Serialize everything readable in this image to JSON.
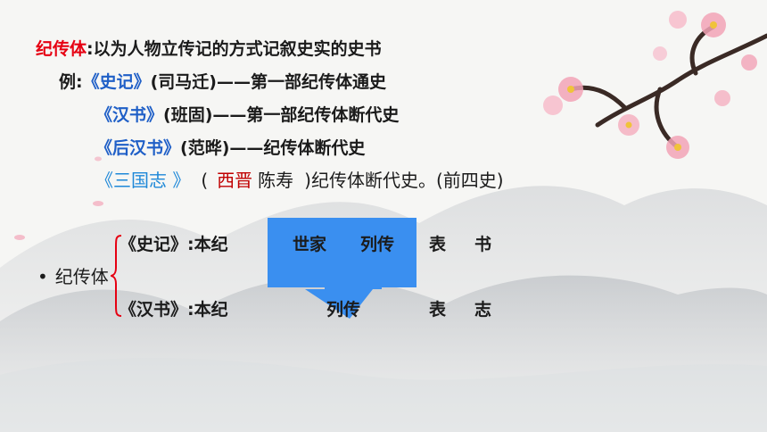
{
  "definition": {
    "term": "纪传体",
    "text": ":以为人物立传记的方式记叙史实的史书"
  },
  "examples": {
    "prefix": "例:",
    "rows": [
      {
        "book": "《史记》",
        "rest": "(司马迁)——第一部纪传体通史"
      },
      {
        "book": "《汉书》",
        "rest": "(班固)——第一部纪传体断代史"
      },
      {
        "book": "《后汉书》",
        "rest": "(范晔)——纪传体断代史"
      }
    ],
    "last": {
      "book": "《三国志 》",
      "open": "(",
      "dynasty": "西晋",
      "author": "陈寿",
      "rest": ")纪传体断代史。(前四史)"
    }
  },
  "structure": {
    "bullet": "•",
    "label": "纪传体",
    "shiji": {
      "book": "《史记》",
      "colon": ":",
      "items": [
        "本纪",
        "世家",
        "列传",
        "表",
        "书"
      ]
    },
    "hanshu": {
      "book": "《汉书》",
      "colon": ":",
      "items": [
        "本纪",
        "列传",
        "表",
        "志"
      ]
    }
  },
  "colors": {
    "accent_red": "#e60012",
    "book_blue": "#1f5fc7",
    "light_blue": "#1e88d8",
    "arrow_blue": "#3a8ff0"
  }
}
